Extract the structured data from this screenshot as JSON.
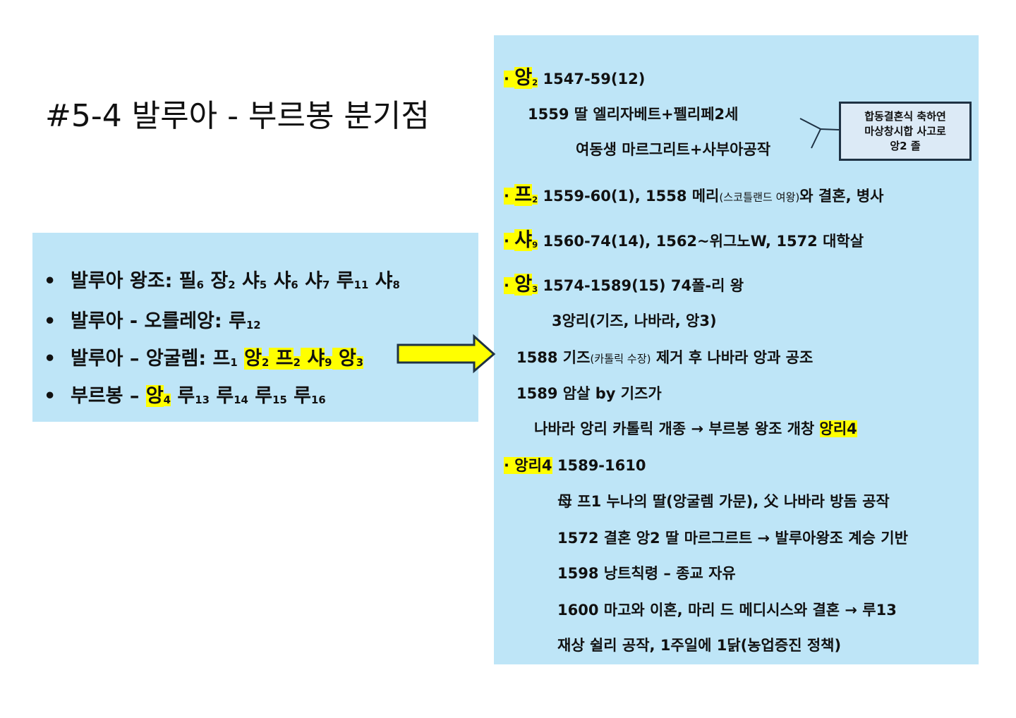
{
  "title": "#5-4 발루아 - 부르봉 분기점",
  "left_list": [
    [
      {
        "t": "발루아 왕조: 필"
      },
      {
        "t": "6",
        "sub": true
      },
      {
        "t": " 장"
      },
      {
        "t": "2",
        "sub": true
      },
      {
        "t": " 샤"
      },
      {
        "t": "5",
        "sub": true
      },
      {
        "t": " 샤"
      },
      {
        "t": "6",
        "sub": true
      },
      {
        "t": " 샤"
      },
      {
        "t": "7",
        "sub": true
      },
      {
        "t": " 루"
      },
      {
        "t": "11",
        "sub": true
      },
      {
        "t": " 샤"
      },
      {
        "t": "8",
        "sub": true
      }
    ],
    [
      {
        "t": "발루아 - 오를레앙: 루"
      },
      {
        "t": "12",
        "sub": true
      }
    ],
    [
      {
        "t": "발루아 – 앙굴렘: 프"
      },
      {
        "t": "1",
        "sub": true
      },
      {
        "t": " "
      },
      {
        "t": "앙",
        "hl": true
      },
      {
        "t": "2",
        "sub": true,
        "hl": true
      },
      {
        "t": " 프",
        "hl": true
      },
      {
        "t": "2",
        "sub": true,
        "hl": true
      },
      {
        "t": " 샤",
        "hl": true
      },
      {
        "t": "9",
        "sub": true,
        "hl": true
      },
      {
        "t": " 앙",
        "hl": true
      },
      {
        "t": "3",
        "sub": true,
        "hl": true
      }
    ],
    [
      {
        "t": "부르봉 – "
      },
      {
        "t": "앙",
        "hl": true
      },
      {
        "t": "4",
        "sub": true,
        "hl": true
      },
      {
        "t": " 루"
      },
      {
        "t": "13",
        "sub": true
      },
      {
        "t": " 루"
      },
      {
        "t": "14",
        "sub": true
      },
      {
        "t": " 루"
      },
      {
        "t": "15",
        "sub": true
      },
      {
        "t": " 루"
      },
      {
        "t": "16",
        "sub": true
      }
    ]
  ],
  "left_bullet": "•",
  "right_lines": [
    [
      {
        "t": "· ",
        "hl": true
      },
      {
        "t": "앙",
        "hl": true,
        "big": true
      },
      {
        "t": "2",
        "sub": true,
        "hl": true
      },
      {
        "t": " 1547-59(12)"
      }
    ],
    [
      {
        "t": "1559  딸 엘리자베트+펠리페2세"
      }
    ],
    [
      {
        "t": "여동생 마르그리트+사부아공작"
      }
    ],
    [
      {
        "t": "· ",
        "hl": true
      },
      {
        "t": "프",
        "hl": true,
        "big": true
      },
      {
        "t": "2",
        "sub": true,
        "hl": true
      },
      {
        "t": " 1559-60(1), 1558 메리"
      },
      {
        "t": "(스코틀랜드 여왕)",
        "small": true
      },
      {
        "t": "와 결혼, 병사"
      }
    ],
    [
      {
        "t": "· ",
        "hl": true
      },
      {
        "t": "샤",
        "hl": true,
        "big": true
      },
      {
        "t": "9",
        "sub": true,
        "hl": true
      },
      {
        "t": " 1560-74(14), 1562~위그노W, 1572 대학살"
      }
    ],
    [
      {
        "t": "· ",
        "hl": true
      },
      {
        "t": "앙",
        "hl": true,
        "big": true
      },
      {
        "t": "3",
        "sub": true,
        "hl": true
      },
      {
        "t": " 1574-1589(15) 74폴-리 왕"
      }
    ],
    [
      {
        "t": "3앙리(기즈, 나바라, 앙3)"
      }
    ],
    [
      {
        "t": "1588 기즈"
      },
      {
        "t": "(카톨릭 수장)",
        "small": true
      },
      {
        "t": " 제거 후 나바라 앙과 공조"
      }
    ],
    [
      {
        "t": "1589 암살 by 기즈가"
      }
    ],
    [
      {
        "t": "나바라 앙리 카톨릭 개종 → 부르봉 왕조 개창 "
      },
      {
        "t": "앙리4",
        "hl": true
      }
    ],
    [
      {
        "t": "· 앙리4",
        "hl": true
      },
      {
        "t": " 1589-1610"
      }
    ],
    [
      {
        "t": "母 프1 누나의 딸(앙굴렘 가문), 父 나바라 방돔 공작"
      }
    ],
    [
      {
        "t": "1572 결혼 앙2 딸 마르그르트 → 발루아왕조 계승 기반"
      }
    ],
    [
      {
        "t": "1598 낭트칙령 – 종교 자유"
      }
    ],
    [
      {
        "t": "1600 마고와 이혼, 마리 드 메디시스와 결혼 → 루13"
      }
    ],
    [
      {
        "t": "재상 쉴리 공작, 1주일에 1닭(농업증진 정책)"
      }
    ]
  ],
  "callout": [
    "합동결혼식 축하연",
    "마상창시합 사고로",
    "앙2 졸"
  ],
  "colors": {
    "box": "#BEE5F7",
    "highlight": "#FFFF00",
    "border": "#1F3244"
  }
}
